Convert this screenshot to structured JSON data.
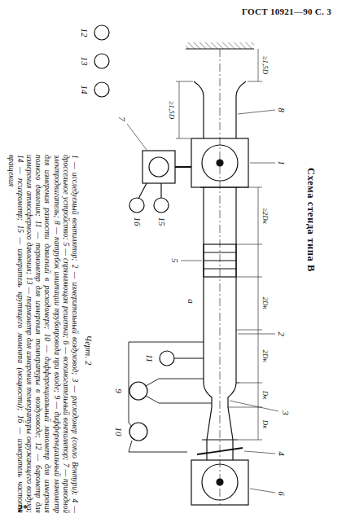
{
  "diagram": {
    "title": "Схема стенда типа В",
    "caption": "1 — исследуемый вентилятор; 2 — измерительный воздуховод; 3 — расходомер (сопло Вентури); 4 — дроссельное устройство; 5 — спрямляющая решетка; 6 — вспомогательный вентилятор; 7 — приводной электродвигатель; 8 — патрубок имитации трубопровода при входе; 9 — дифференциальный манометр для измерения разности давлений в расходомере; 10 — дифференциальный манометр для измерения полного давления; 11 — термометр для измерения температуры в воздуховоде; 12 — барометр для измерения атмосферного давления; 13 — термометр для измерения температуры окружающего воздуха; 14 — психрометр; 15 — измеритель крутящего момента (мощности); 16 — измеритель частоты вращения",
    "labels": [
      "ГОСТ 10921—90 С. 3",
      "2*",
      "Черт. 2",
      "1",
      "2",
      "3",
      "4",
      "5",
      "6",
      "7",
      "8",
      "9",
      "10",
      "11",
      "12",
      "13",
      "14",
      "15",
      "16",
      "а",
      "≥1,5D",
      "≥1,5D",
      "≥2Dк",
      "2Dк",
      "2Dк",
      "Dк",
      "Dк"
    ]
  }
}
